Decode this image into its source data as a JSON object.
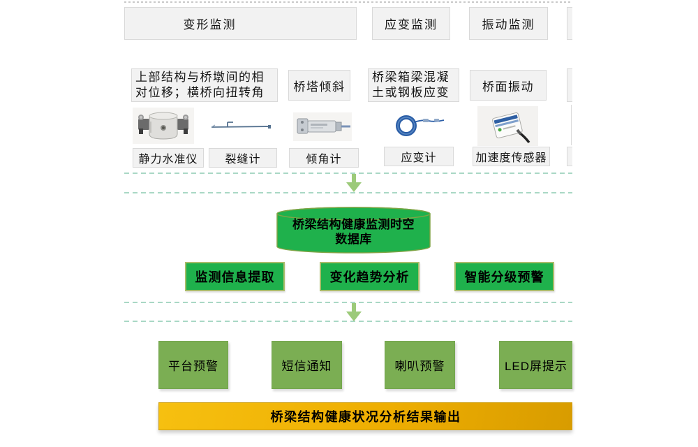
{
  "diagram": {
    "monitoring": {
      "headers": [
        {
          "label": "变形监测"
        },
        {
          "label": "应变监测"
        },
        {
          "label": "振动监测"
        }
      ],
      "descriptions": [
        {
          "text": "上部结构与桥墩间的相对位移；横桥向扭转角"
        },
        {
          "text": "桥塔倾斜"
        },
        {
          "text": "桥梁箱梁混凝土或钢板应变"
        },
        {
          "text": "桥面振动"
        }
      ],
      "sensors": [
        {
          "label": "静力水准仪",
          "icon": "static-level-gauge"
        },
        {
          "label": "裂缝计",
          "icon": "crack-meter"
        },
        {
          "label": "倾角计",
          "icon": "inclinometer"
        },
        {
          "label": "应变计",
          "icon": "strain-gauge"
        },
        {
          "label": "加速度传感器",
          "icon": "accelerometer"
        }
      ]
    },
    "database": {
      "label": "桥梁结构健康监测时空数据库",
      "line1": "桥梁结构健康监测时空",
      "line2": "数据库"
    },
    "analysis_steps": [
      {
        "label": "监测信息提取"
      },
      {
        "label": "变化趋势分析"
      },
      {
        "label": "智能分级预警"
      }
    ],
    "alert_channels": [
      {
        "label": "平台预警"
      },
      {
        "label": "短信通知"
      },
      {
        "label": "喇叭预警"
      },
      {
        "label": "LED屏提示"
      }
    ],
    "output": {
      "label": "桥梁结构健康状况分析结果输出"
    }
  },
  "colors": {
    "gray_box_fill": "#f2f2f2",
    "gray_box_border": "#d9d9d9",
    "bright_green": "#1fb14c",
    "green_box_border": "#a9bc6a",
    "cylinder_stroke": "#7ea445",
    "light_green": "#7bae53",
    "arrow_green": "#9cca79",
    "dash_teal": "#a9d8c5",
    "gold_top": "#f6c010",
    "gold_bottom": "#d89c00"
  }
}
